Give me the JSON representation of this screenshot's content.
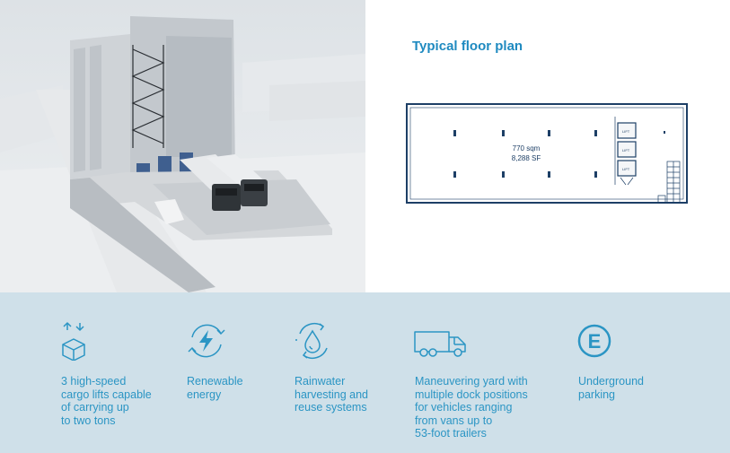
{
  "floor_plan": {
    "title": "Typical floor plan",
    "area_sqm": "770 sqm",
    "area_sf": "8,288 SF",
    "lift_label": "LIFT"
  },
  "features": [
    {
      "icon": "cargo-box-icon",
      "label": "3 high-speed\ncargo lifts capable\nof carrying up\nto two tons"
    },
    {
      "icon": "renewable-energy-icon",
      "label": "Renewable\nenergy"
    },
    {
      "icon": "rainwater-drop-icon",
      "label": "Rainwater\nharvesting and\nreuse systems"
    },
    {
      "icon": "truck-icon",
      "label": "Maneuvering yard with\nmultiple dock positions\nfor vehicles ranging\nfrom vans up to\n53-foot trailers"
    },
    {
      "icon": "underground-parking-icon",
      "label": "Underground\nparking"
    }
  ],
  "colors": {
    "accent": "#2b95c4",
    "plan_line": "#1d3f66",
    "strip_bg": "#cfe0e9"
  }
}
